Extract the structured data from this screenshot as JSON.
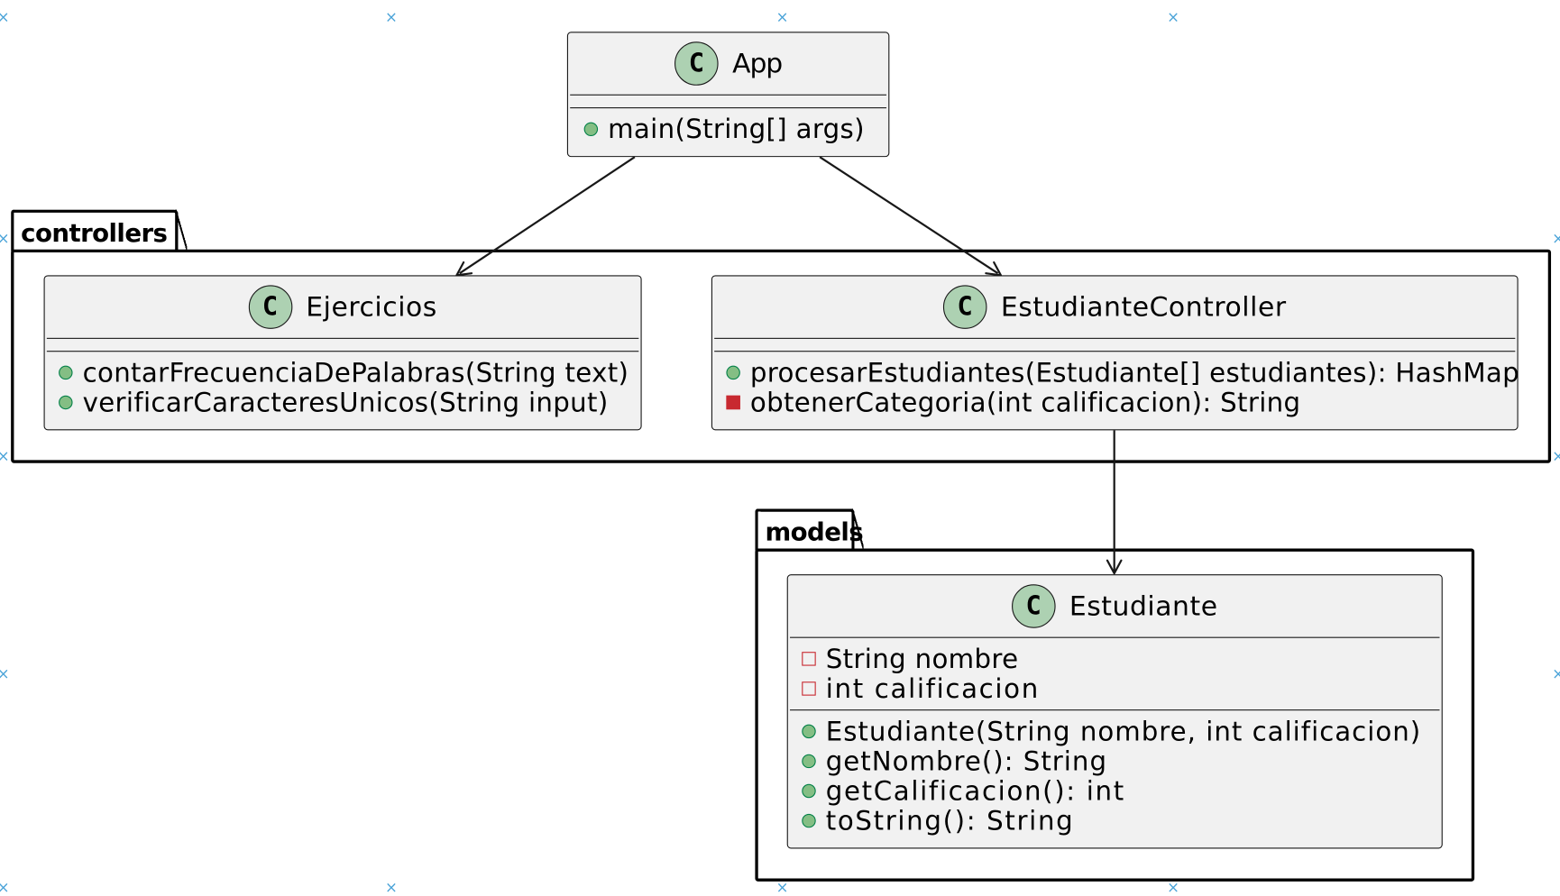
{
  "packages": {
    "controllers": {
      "label": "controllers"
    },
    "models": {
      "label": "models"
    }
  },
  "classes": {
    "app": {
      "icon": "C",
      "name": "App",
      "methods": [
        {
          "visibility": "public",
          "text": "main(String[] args)"
        }
      ]
    },
    "ejercicios": {
      "icon": "C",
      "name": "Ejercicios",
      "methods": [
        {
          "visibility": "public",
          "text": "contarFrecuenciaDePalabras(String text)"
        },
        {
          "visibility": "public",
          "text": "verificarCaracteresUnicos(String input)"
        }
      ]
    },
    "estudiante_controller": {
      "icon": "C",
      "name": "EstudianteController",
      "methods": [
        {
          "visibility": "public",
          "text": "procesarEstudiantes(Estudiante[] estudiantes): HashMap"
        },
        {
          "visibility": "private",
          "text": "obtenerCategoria(int calificacion): String"
        }
      ]
    },
    "estudiante": {
      "icon": "C",
      "name": "Estudiante",
      "fields": [
        {
          "visibility": "private",
          "text": "String nombre"
        },
        {
          "visibility": "private",
          "text": "int calificacion"
        }
      ],
      "methods": [
        {
          "visibility": "public",
          "text": "Estudiante(String nombre, int calificacion)"
        },
        {
          "visibility": "public",
          "text": "getNombre(): String"
        },
        {
          "visibility": "public",
          "text": "getCalificacion(): int"
        },
        {
          "visibility": "public",
          "text": "toString(): String"
        }
      ]
    }
  },
  "relations": [
    {
      "from": "App",
      "to": "Ejercicios"
    },
    {
      "from": "App",
      "to": "EstudianteController"
    },
    {
      "from": "EstudianteController",
      "to": "Estudiante"
    }
  ],
  "colors": {
    "class_fill": "#f1f1f1",
    "class_icon": "#add1b2",
    "public_marker": "#84be84",
    "private_marker": "#c82930",
    "page_marker": "#4aa3d8"
  }
}
